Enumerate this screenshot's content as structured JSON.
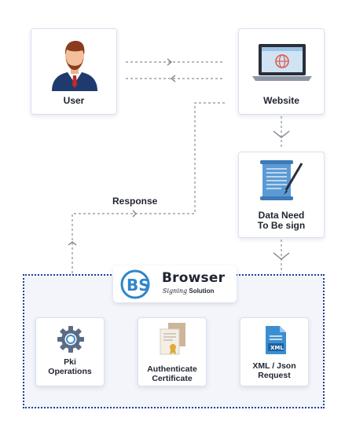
{
  "nodes": {
    "user": {
      "label": "User"
    },
    "website": {
      "label": "Website"
    },
    "data_sign": {
      "line1": "Data Need",
      "line2": "To Be sign"
    },
    "pki": {
      "line1": "Pki",
      "line2": "Operations"
    },
    "auth_cert": {
      "line1": "Authenticate",
      "line2": "Certificate"
    },
    "xml_json": {
      "line1": "XML / Json",
      "line2": "Request"
    }
  },
  "edges": {
    "response_label": "Response"
  },
  "logo": {
    "word": "Browser",
    "sub_italic": "Signing",
    "sub_bold": "Solution",
    "monogram": "BS"
  },
  "icons": {
    "xml_badge": "XML"
  },
  "colors": {
    "accent_blue": "#20409a",
    "icon_blue": "#3b8fd1",
    "line_gray": "#8c8f98",
    "arrow_gray": "#7b7f8a"
  }
}
